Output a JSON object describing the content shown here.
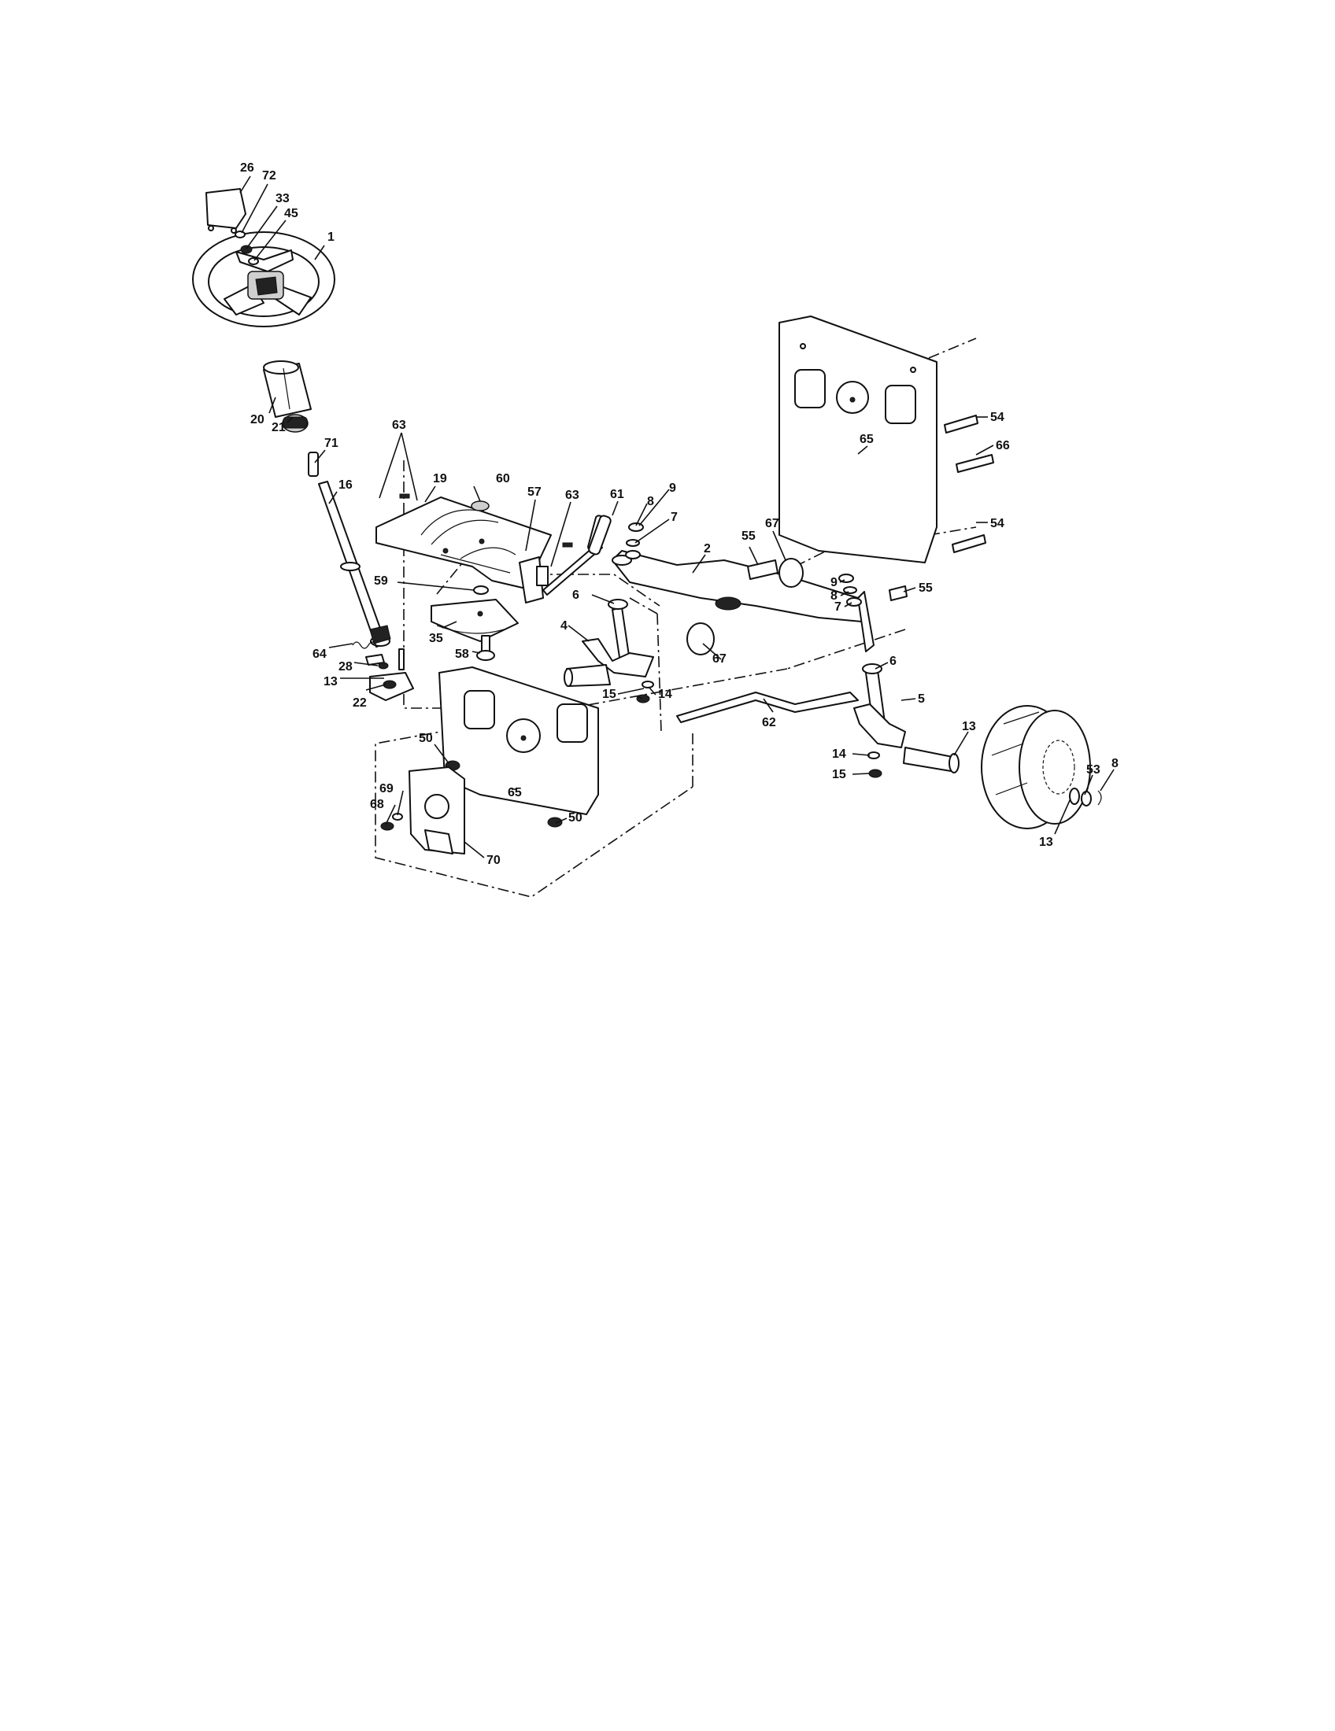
{
  "diagram": {
    "type": "exploded-parts-diagram",
    "part_labels": {
      "p1": "1",
      "p2": "2",
      "p4": "4",
      "p5": "5",
      "p6a": "6",
      "p6b": "6",
      "p7a": "7",
      "p7b": "7",
      "p8a": "8",
      "p8b": "8",
      "p8c": "8",
      "p9a": "9",
      "p9b": "9",
      "p13a": "13",
      "p13b": "13",
      "p13c": "13",
      "p14a": "14",
      "p14b": "14",
      "p15a": "15",
      "p15b": "15",
      "p16": "16",
      "p19": "19",
      "p20": "20",
      "p21": "21",
      "p22": "22",
      "p26": "26",
      "p28": "28",
      "p33": "33",
      "p35": "35",
      "p45": "45",
      "p50a": "50",
      "p50b": "50",
      "p53": "53",
      "p54a": "54",
      "p54b": "54",
      "p55a": "55",
      "p55b": "55",
      "p57": "57",
      "p58": "58",
      "p59": "59",
      "p60": "60",
      "p61": "61",
      "p62": "62",
      "p63a": "63",
      "p63b": "63",
      "p64": "64",
      "p65a": "65",
      "p65b": "65",
      "p66": "66",
      "p67a": "67",
      "p67b": "67",
      "p68": "68",
      "p69": "69",
      "p70": "70",
      "p71": "71",
      "p72": "72"
    }
  }
}
